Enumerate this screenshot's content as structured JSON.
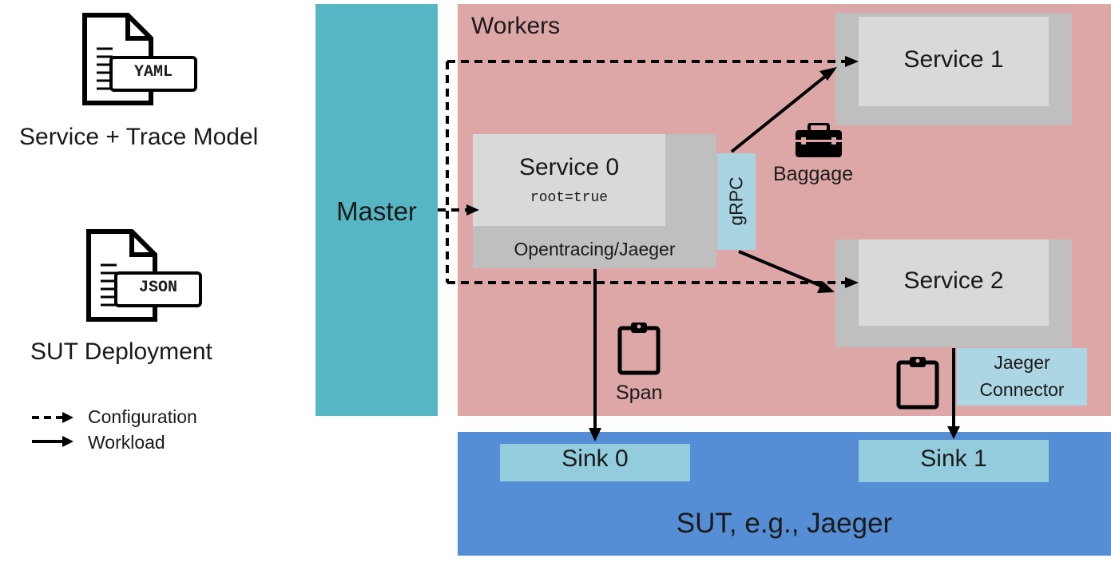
{
  "inputs": {
    "yaml_tag": "YAML",
    "yaml_caption": "Service + Trace Model",
    "json_tag": "JSON",
    "json_caption": "SUT Deployment"
  },
  "legend": {
    "configuration": "Configuration",
    "workload": "Workload"
  },
  "master": {
    "label": "Master"
  },
  "workers": {
    "label": "Workers",
    "service0": {
      "title": "Service 0",
      "flag": "root=true",
      "tracing": "Opentracing/Jaeger"
    },
    "service1": {
      "title": "Service 1"
    },
    "service2": {
      "title": "Service 2"
    },
    "grpc": "gRPC",
    "baggage": "Baggage",
    "span": "Span",
    "jaeger_connector_line1": "Jaeger",
    "jaeger_connector_line2": "Connector"
  },
  "sut": {
    "label": "SUT, e.g., Jaeger",
    "sink0": "Sink 0",
    "sink1": "Sink 1"
  },
  "colors": {
    "master": "#57b6c3",
    "workers": "#dea7a7",
    "sut": "#558ed5",
    "service_outer": "#bfbfbf",
    "service_inner": "#d9d9d9",
    "grpc": "#a8d3e0",
    "sink": "#93cddd"
  },
  "icons": [
    "document-icon",
    "briefcase-icon",
    "clipboard-icon"
  ]
}
